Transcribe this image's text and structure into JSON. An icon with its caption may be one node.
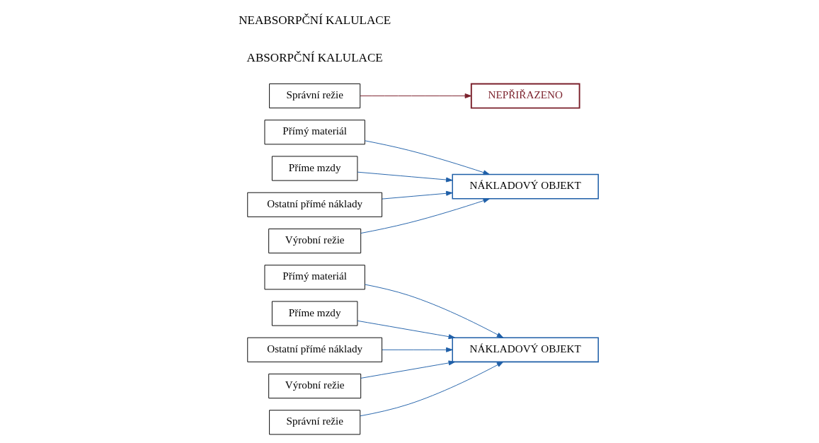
{
  "diagram": {
    "nodes": [
      {
        "text": [
          "Přímý materiál"
        ]
      },
      {
        "text": [
          "Příme mzdy"
        ]
      },
      {
        "text": [
          "Ostatní přímé náklady"
        ]
      },
      {
        "text": [
          "Výrobní režie"
        ]
      },
      {
        "text": [
          "Správní režie"
        ]
      },
      {
        "text": [
          "NÁKLADOVÝ OBJEKT"
        ]
      },
      {
        "text": [
          "Přímý materiál"
        ]
      },
      {
        "text": [
          "Příme mzdy"
        ]
      },
      {
        "text": [
          "Ostatní přímé náklady"
        ]
      },
      {
        "text": [
          "Výrobní režie"
        ]
      },
      {
        "text": [
          "Správní režie"
        ]
      },
      {
        "text": [
          "NÁKLADOVÝ OBJEKT"
        ]
      },
      {
        "text": [
          "NEPŘIŘAZENO"
        ]
      }
    ],
    "edges": [
      {
        "from": 0,
        "to": 5,
        "arrow": "to"
      },
      {
        "from": 1,
        "to": 5,
        "arrow": "to"
      },
      {
        "from": 2,
        "to": 5,
        "arrow": "to"
      },
      {
        "from": 3,
        "to": 5,
        "arrow": "to"
      },
      {
        "from": 4,
        "to": 5,
        "arrow": "to"
      },
      {
        "from": 6,
        "to": 11,
        "arrow": "to"
      },
      {
        "from": 7,
        "to": 11,
        "arrow": "to"
      },
      {
        "from": 8,
        "to": 11,
        "arrow": "to"
      },
      {
        "from": 9,
        "to": 11,
        "arrow": "to"
      },
      {
        "from": 10,
        "to": 12,
        "arrow": "to",
        "color": "#7a1f2a"
      }
    ],
    "labels": [
      "ABSORPČNÍ KALULACE",
      "NEABSORPČNÍ KALULACE"
    ]
  }
}
